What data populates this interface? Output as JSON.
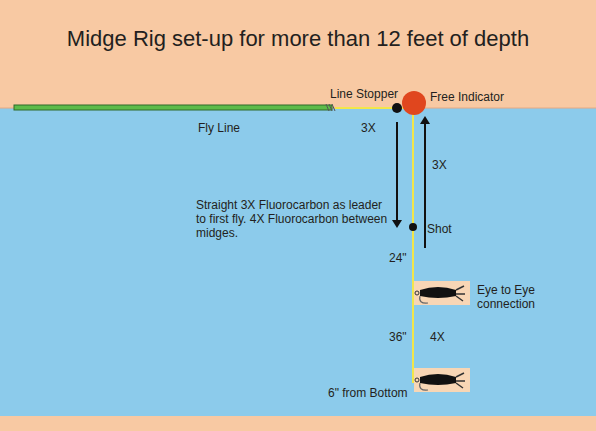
{
  "diagram": {
    "title": "Midge Rig set-up for more than 12 feet of depth",
    "labels": [
      "Line Stopper",
      "Free Indicator",
      "Fly Line",
      "3X",
      "3X",
      "Straight 3X Fluorocarbon as leader to first fly. 4X Fluorocarbon between midges.",
      "Shot",
      "24\"",
      "Eye to Eye connection",
      "36\"",
      "4X",
      "6\" from Bottom"
    ]
  }
}
